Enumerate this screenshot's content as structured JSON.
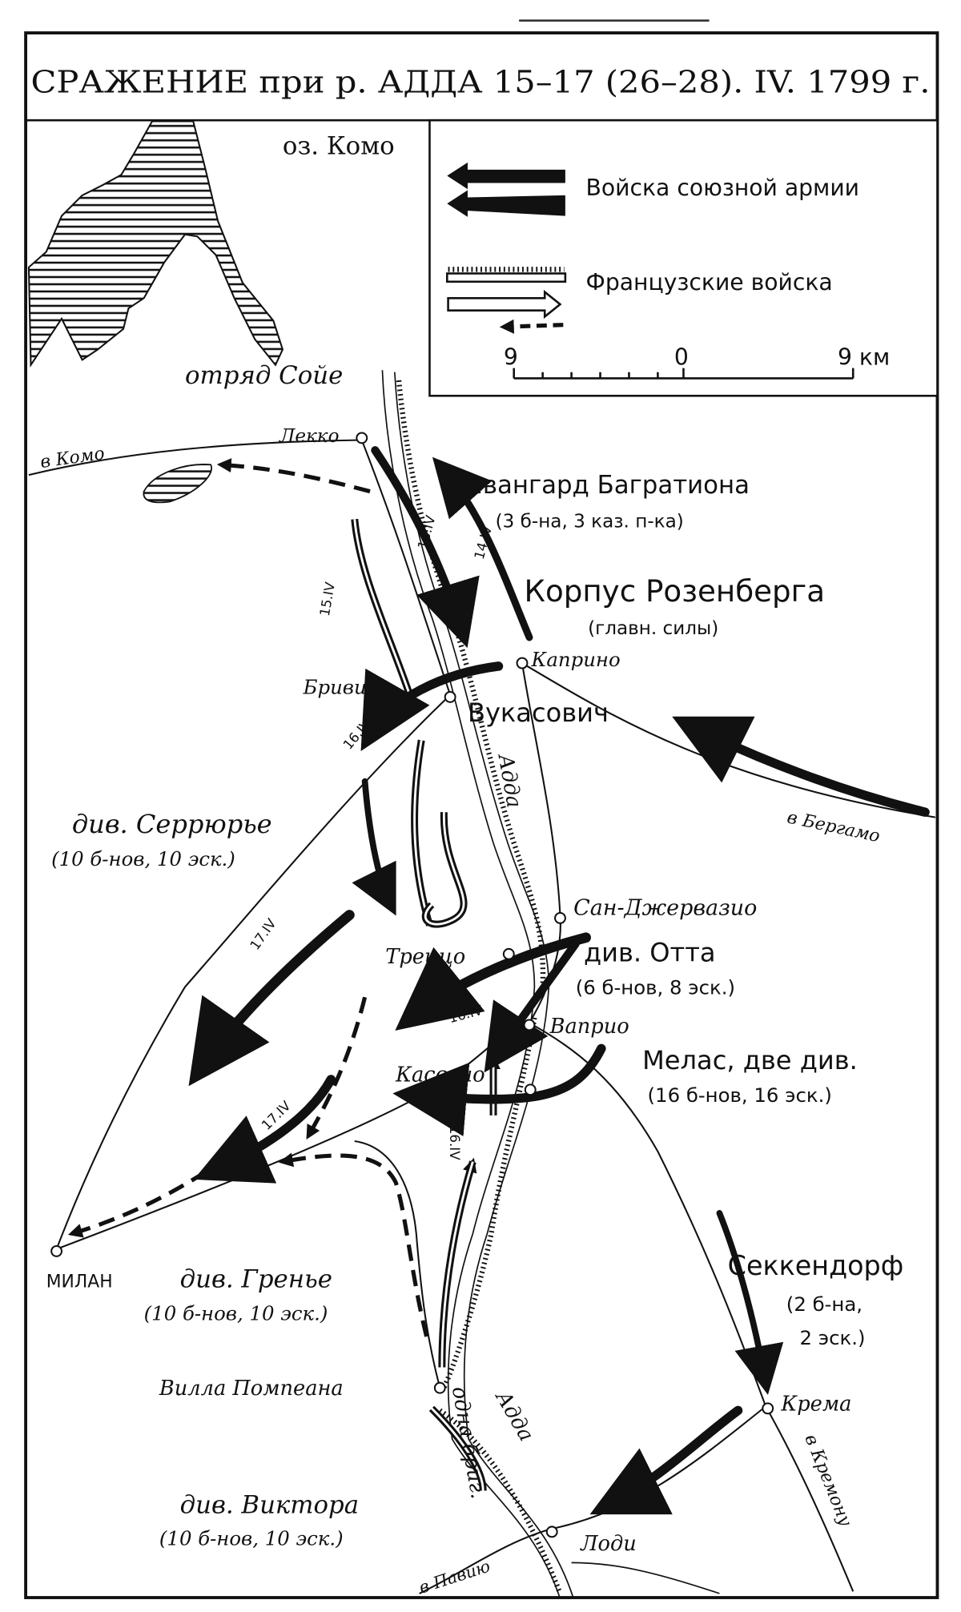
{
  "title": "СРАЖЕНИЕ при р. АДДА 15–17 (26–28). IV. 1799 г.",
  "legend": {
    "allied": "Войска союзной армии",
    "french": "Французские войска",
    "scale": {
      "left": "9",
      "mid": "0",
      "right": "9 км"
    }
  },
  "colors": {
    "ink": "#111111",
    "paper": "#ffffff"
  },
  "labels": {
    "lake": "оз. Комо",
    "soye": "отряд Сойе",
    "lecco": "Лекко",
    "to_como": "в Комо",
    "bagration": "авангард Багратиона",
    "bagration_sub": "(3 б-на, 3 каз. п-ка)",
    "d14": "14.IV",
    "d16a": "16.IV",
    "d15": "15.IV",
    "rosenberg": "Корпус Розенберга",
    "rosenberg_sub": "(главн. силы)",
    "caprino": "Каприно",
    "brivio": "Бривио",
    "vukasovich": "Вукасович",
    "d16b": "16.IV",
    "adda1": "Адда",
    "to_bergamo": "в Бергамо",
    "serurier": "див. Серрюрье",
    "serurier_sub": "(10 б-нов, 10 эск.)",
    "san_gervasio": "Сан-Джервазио",
    "trezzo": "Треццо",
    "ott": "див. Отта",
    "ott_sub": "(6 б-нов, 8 эск.)",
    "d17a": "17.IV",
    "d16c": "16.IV",
    "vaprio": "Ваприо",
    "melas": "Мелас, две див.",
    "melas_sub": "(16 б-нов, 16 эск.)",
    "cassano": "Кассано",
    "d17b": "17.IV",
    "d16d": "16.IV",
    "seckendorf": "Секкендорф",
    "seckendorf_sub1": "(2 б-на,",
    "seckendorf_sub2": "2 эск.)",
    "milan": "МИЛАН",
    "grenier": "див. Гренье",
    "grenier_sub": "(10 б-нов, 10 эск.)",
    "villa": "Вилла Помпеана",
    "crema": "Крема",
    "brigade": "одна бриг.",
    "adda2": "Адда",
    "victor": "див. Виктора",
    "victor_sub": "(10 б-нов, 10 эск.)",
    "to_pavia": "в Павию",
    "lodi": "Лоди",
    "to_cremona": "в Кремону"
  }
}
